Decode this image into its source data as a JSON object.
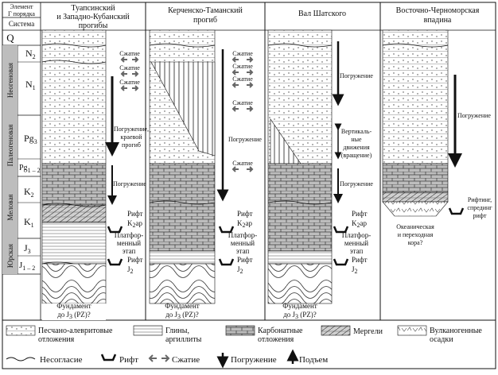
{
  "header": {
    "element_line1": "Элемент",
    "element_line2": "Γ порядка",
    "system": "Система"
  },
  "stratigraphy": {
    "q": "Q",
    "n2": "N",
    "n2_sub": "2",
    "n1": "N",
    "n1_sub": "1",
    "neogene": "Неогеновая",
    "pg3": "Pg",
    "pg3_sub": "3",
    "paleogene": "Палеогеновая",
    "pg12": "Pg",
    "pg12_sub": "1 – 2",
    "k2": "K",
    "k2_sub": "2",
    "k1": "K",
    "k1_sub": "1",
    "cretaceous": "Меловая",
    "j3": "J",
    "j3_sub": "3",
    "j12": "J",
    "j12_sub": "1 – 2",
    "jurassic": "Юрская"
  },
  "columns": [
    {
      "title_line1": "Туапсинский",
      "title_line2": "и Западно-Кубанский",
      "title_line3": "прогибы"
    },
    {
      "title_line1": "Керченско-Таманский",
      "title_line2": "прогиб",
      "title_line3": ""
    },
    {
      "title_line1": "Вал Шатского",
      "title_line2": "",
      "title_line3": ""
    },
    {
      "title_line1": "Восточно-Черноморская",
      "title_line2": "впадина",
      "title_line3": ""
    }
  ],
  "labels": {
    "compression": "Сжатие",
    "subsidence": "Погружение",
    "subsidence_trough_line1": "Погружение,",
    "subsidence_trough_line2": "краевой",
    "subsidence_trough_line3": "прогиб",
    "rift": "Рифт",
    "k2ap": "K",
    "k2ap_sub": "2",
    "k2ap_suffix": "ap",
    "j2": "J",
    "j2_sub": "2",
    "platform_line1": "Платфор-",
    "platform_line2": "менный",
    "platform_line3": "этап",
    "platform_c3_line1": "Платфор-",
    "platform_c3_line2": "менный",
    "platform_c3_line3": "этап",
    "foundation_line1": "Фундамент",
    "foundation_line2_pre": "до J",
    "foundation_line2_sub": "3",
    "foundation_line2_post": " (PZ)?",
    "vertical_line1": "Вертикаль-",
    "vertical_line2": "ные",
    "vertical_line3": "движения",
    "vertical_line4": "(вращение)",
    "riftogenesis_line1": "Рифтинг,",
    "riftogenesis_line2": "спрединг",
    "riftogenesis_line3": "рифт",
    "oceanic_line1": "Океаническая",
    "oceanic_line2": "и переходная",
    "oceanic_line3": "кора?"
  },
  "legend": {
    "sand_line1": "Песчано-алевритовые",
    "sand_line2": "отложения",
    "clay_line1": "Глины,",
    "clay_line2": "аргиллиты",
    "carb_line1": "Карбонатные",
    "carb_line2": "отложения",
    "marl": "Мергели",
    "volc_line1": "Вулканогенные",
    "volc_line2": "осадки",
    "unconformity": "Несогласие",
    "rift": "Рифт",
    "compression": "Сжатие",
    "subsidence": "Погружение",
    "uplift": "Подъем"
  }
}
